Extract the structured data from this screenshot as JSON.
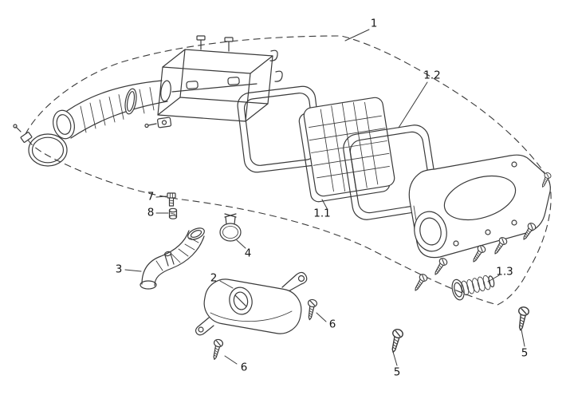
{
  "diagram": {
    "background": "#ffffff",
    "ink_color": "#3a3a3a",
    "label_color": "#151515"
  },
  "callouts": {
    "c1": "1",
    "c1_1": "1.1",
    "c1_2": "1.2",
    "c1_3": "1.3",
    "c2": "2",
    "c3": "3",
    "c4": "4",
    "c5a": "5",
    "c5b": "5",
    "c6a": "6",
    "c6b": "6",
    "c7": "7",
    "c8": "8"
  }
}
